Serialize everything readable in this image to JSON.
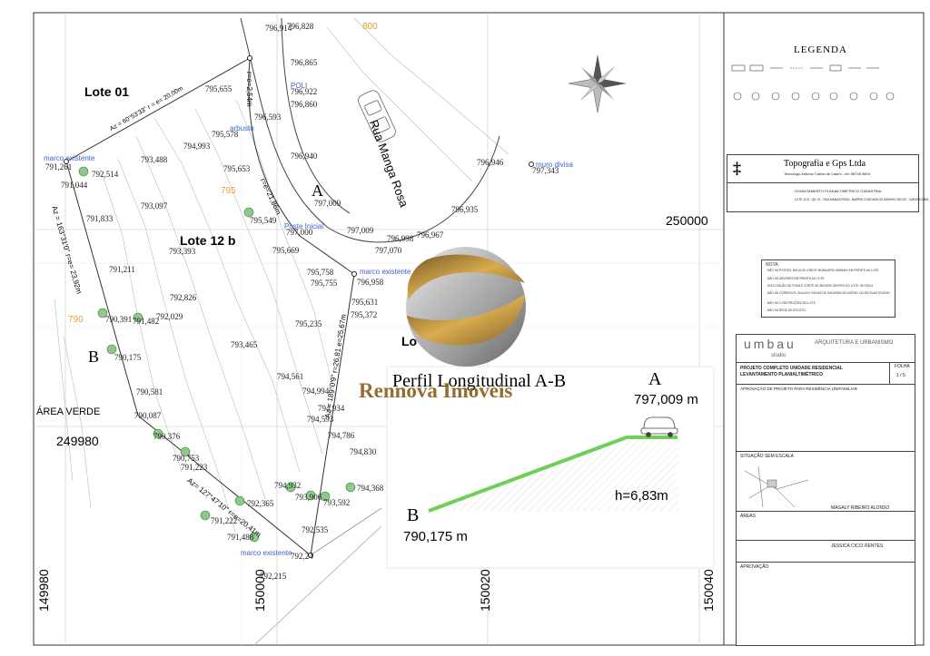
{
  "plan": {
    "lots": {
      "lote01": "Lote 01",
      "lote12b": "Lote 12 b",
      "lote_partial": "Lo"
    },
    "street": "Rua Manga Rosa",
    "area_verde": "ÁREA VERDE",
    "point_a": "A",
    "point_b": "B",
    "bearings": {
      "top": "Az = 60°53'33\"  r = e= 20,00m",
      "left": "Az = 163°31'0\"  r=e= 23,92m",
      "bottom": "Az= 127°47'10\"  r=e=20,41m",
      "right": "Az = 189°0'9\"  r=26,81  e=25,67m",
      "curve_top": "r=e=2,54m",
      "curve_mid": "r=e=21,86m"
    },
    "coords": {
      "y250000": "250000",
      "y249980": "249980",
      "x149980": "149980",
      "x150000": "150000",
      "x150020": "150020",
      "x150040": "150040"
    },
    "contours": {
      "c800": "800",
      "c795": "795",
      "c790": "790"
    },
    "blue_labels": {
      "marco1": "marco existente",
      "marco2": "marco existente",
      "marco3": "marco existente",
      "poste": "Poste Inicial",
      "arbusto": "arbusto",
      "muro": "muro divisa",
      "poli": "POLI"
    },
    "elevations": [
      {
        "v": "796,914",
        "key": "e1"
      },
      {
        "v": "796,828",
        "key": "e2"
      },
      {
        "v": "796,865",
        "key": "e3"
      },
      {
        "v": "796,922",
        "key": "e4"
      },
      {
        "v": "796,860",
        "key": "e5"
      },
      {
        "v": "795,655",
        "key": "e6"
      },
      {
        "v": "796,593",
        "key": "e7"
      },
      {
        "v": "795,578",
        "key": "e8"
      },
      {
        "v": "794,993",
        "key": "e9"
      },
      {
        "v": "795,653",
        "key": "e10"
      },
      {
        "v": "796,940",
        "key": "e11"
      },
      {
        "v": "793,488",
        "key": "e12"
      },
      {
        "v": "792,514",
        "key": "e13"
      },
      {
        "v": "791,261",
        "key": "e14"
      },
      {
        "v": "791,044",
        "key": "e15"
      },
      {
        "v": "793,097",
        "key": "e16"
      },
      {
        "v": "795,549",
        "key": "e17"
      },
      {
        "v": "797,009",
        "key": "e18"
      },
      {
        "v": "797,000",
        "key": "e19"
      },
      {
        "v": "796,998",
        "key": "e20"
      },
      {
        "v": "797,009",
        "key": "e21"
      },
      {
        "v": "796,967",
        "key": "e22"
      },
      {
        "v": "797,070",
        "key": "e23"
      },
      {
        "v": "796,935",
        "key": "e24"
      },
      {
        "v": "796,946",
        "key": "e25"
      },
      {
        "v": "797,343",
        "key": "e26"
      },
      {
        "v": "791,833",
        "key": "e27"
      },
      {
        "v": "793,393",
        "key": "e28"
      },
      {
        "v": "795,669",
        "key": "e29"
      },
      {
        "v": "791,211",
        "key": "e30"
      },
      {
        "v": "795,758",
        "key": "e31"
      },
      {
        "v": "795,755",
        "key": "e32"
      },
      {
        "v": "796,958",
        "key": "e33"
      },
      {
        "v": "795,631",
        "key": "e34"
      },
      {
        "v": "795,372",
        "key": "e35"
      },
      {
        "v": "792,826",
        "key": "e36"
      },
      {
        "v": "790,391",
        "key": "e37"
      },
      {
        "v": "791,482",
        "key": "e38"
      },
      {
        "v": "792,029",
        "key": "e39"
      },
      {
        "v": "795,235",
        "key": "e40"
      },
      {
        "v": "793,465",
        "key": "e41"
      },
      {
        "v": "790,175",
        "key": "e42"
      },
      {
        "v": "794,561",
        "key": "e43"
      },
      {
        "v": "794,994",
        "key": "e44"
      },
      {
        "v": "794,934",
        "key": "e45"
      },
      {
        "v": "790,581",
        "key": "e46"
      },
      {
        "v": "794,593",
        "key": "e47"
      },
      {
        "v": "790,087",
        "key": "e48"
      },
      {
        "v": "794,786",
        "key": "e49"
      },
      {
        "v": "790,376",
        "key": "e50"
      },
      {
        "v": "794,830",
        "key": "e51"
      },
      {
        "v": "790,753",
        "key": "e52"
      },
      {
        "v": "791,223",
        "key": "e53"
      },
      {
        "v": "794,368",
        "key": "e54"
      },
      {
        "v": "794,932",
        "key": "e55"
      },
      {
        "v": "793,906",
        "key": "e56"
      },
      {
        "v": "792,365",
        "key": "e57"
      },
      {
        "v": "793,592",
        "key": "e58"
      },
      {
        "v": "791,222",
        "key": "e59"
      },
      {
        "v": "792,535",
        "key": "e60"
      },
      {
        "v": "791,488",
        "key": "e61"
      },
      {
        "v": "792,24",
        "key": "e62"
      },
      {
        "v": "792,215",
        "key": "e63"
      }
    ]
  },
  "profile": {
    "title": "Perfil Longitudinal  A-B",
    "point_a": "A",
    "elev_a": "797,009 m",
    "point_b": "B",
    "elev_b": "790,175 m",
    "height": "h=6,83m"
  },
  "watermark": {
    "text": "Rennova Imoveis"
  },
  "legend": {
    "title": "LEGENDA"
  },
  "company": {
    "name": "Topografia e Gps Ltda",
    "sub": "Tecnólogo Antonio Carlos de Castro - tel: 98745 3804",
    "title_label": "LEVANTAMENTO PLANIALTIMÉTRICO CADASTRAL",
    "address": "LOTE 12 B - QD. 01 - RUA MANGA ROSA - BAIRRO CHÁCARA DO MOINHO VELHO - CARAPICUÍBA"
  },
  "notes": {
    "title": "NOTA:",
    "items": [
      "- NÃO HÁ POSTES, BOCA DE LOBO E MOBILIÁRIO URBANO EM FRENTE AO LOTE.",
      "- NÃO HÁ ÁRVORES EM FRENTE AO LOTE.",
      "- SOLICITAÇÃO DE PODA E CORTE DE ÁRVORE DENTRO DO LOTE: 09/7/2014",
      "- NÃO HÁ CÓRREGOS, ÁGUAS E FAIXAS DE GALERIAS NO IMÓVEL OU EM SUAS DIVISAS.",
      "- NÃO HÁ CONSTRUÇÕES NO LOTE.",
      "- NÃO HÁ REDE DE ESGOTO."
    ]
  },
  "titleblock": {
    "brand": "umbau",
    "brand_sub": "studio",
    "firm": "ARQUITETURA E URBANISMO",
    "project": "PROJETO COMPLETO UNIDADE RESIDENCIAL",
    "survey": "LEVANTAMENTO PLANIALTIMÉTRICO",
    "sheet_label": "FOLHA",
    "sheet_value": "1 / 5",
    "approval": "APROVAÇÃO DE PROJETO PARA RESIDÊNCIA UNIFAMILIAR",
    "situacao": "SITUAÇÃO SEM ESCALA",
    "owner": "MAGALY RIBEIRO ALONSO",
    "areas": "ÁREAS",
    "resp": "JESSICA CICCI RENTES",
    "aprovacao": "APROVAÇÃO"
  }
}
